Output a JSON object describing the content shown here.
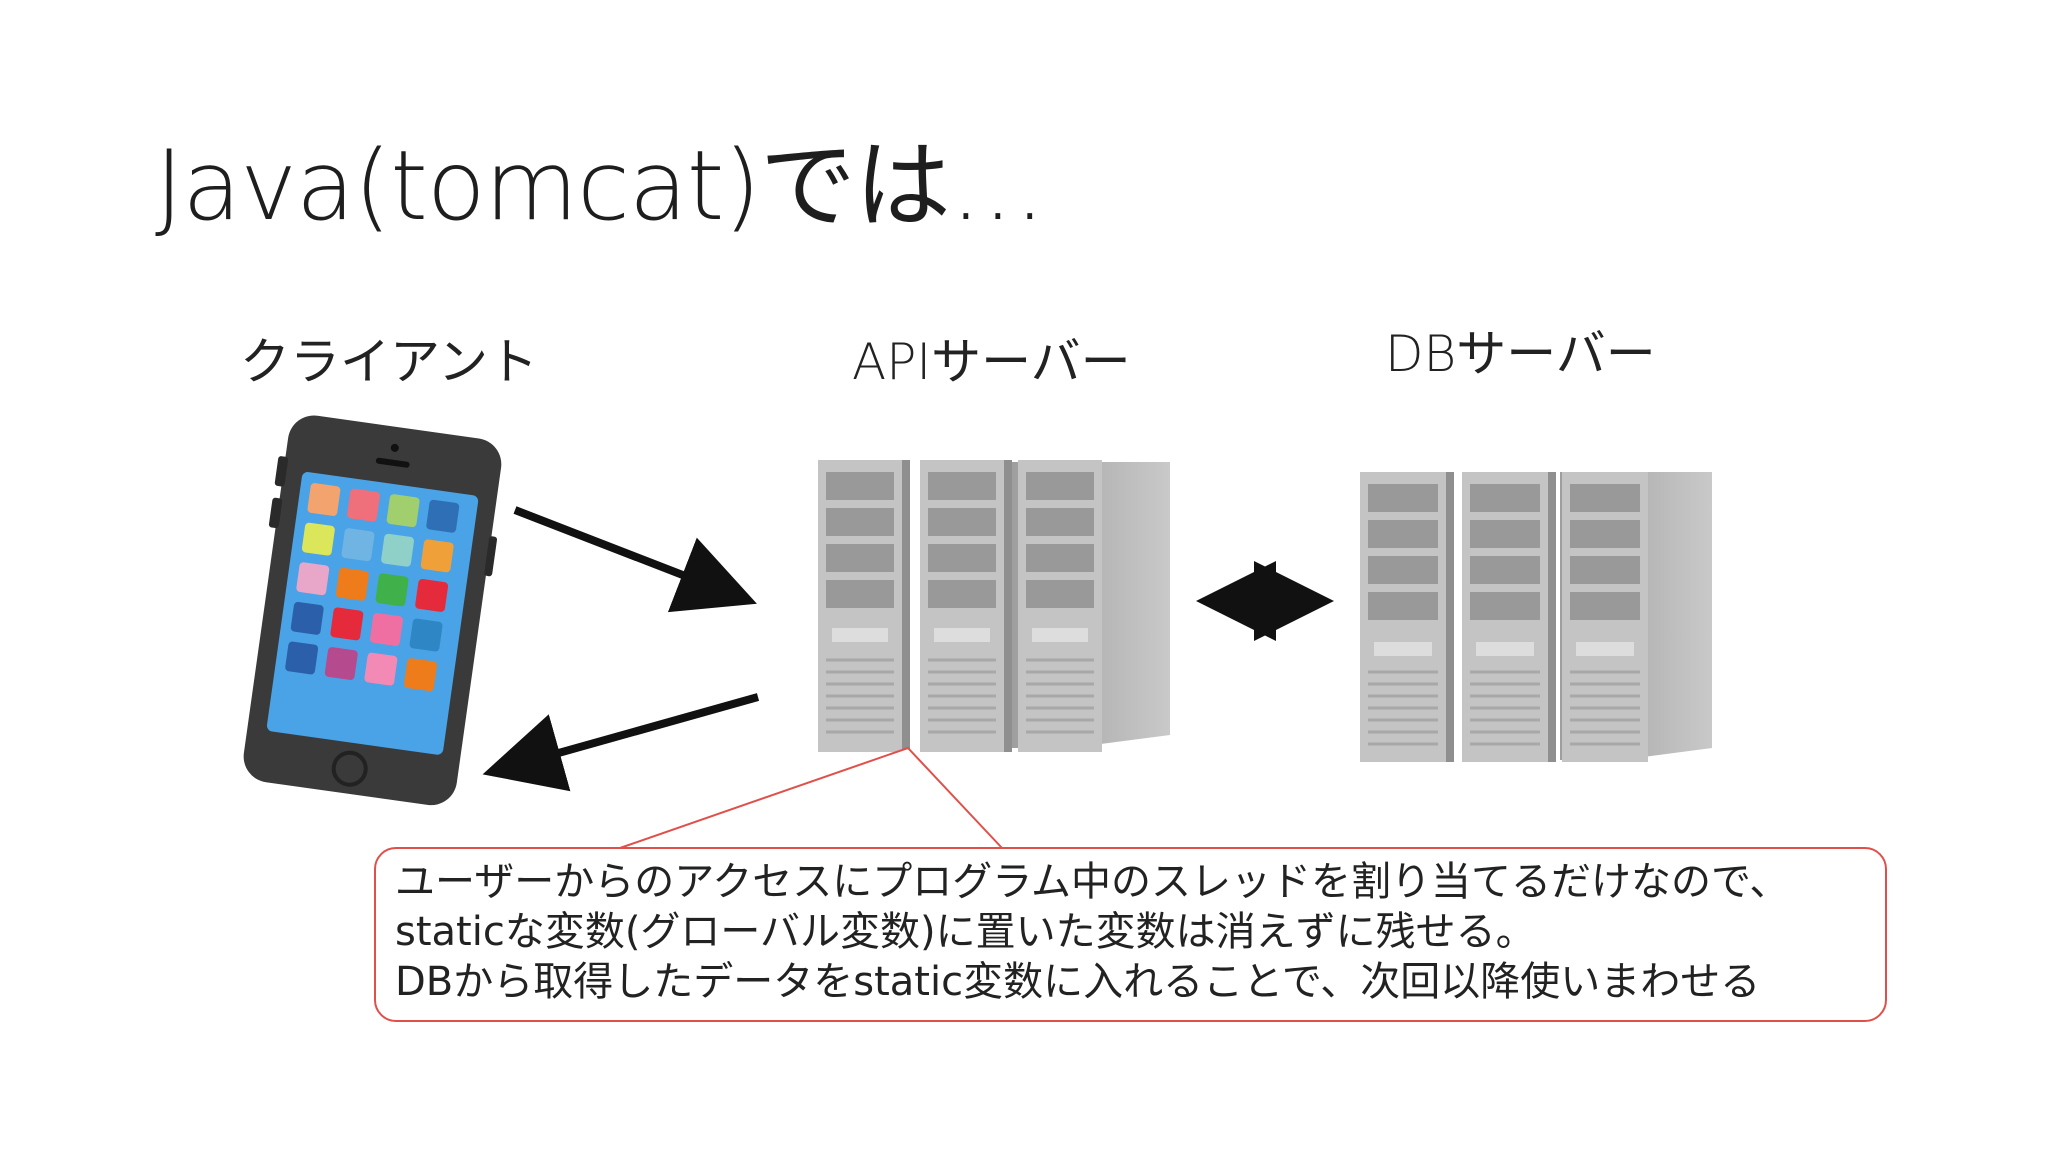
{
  "title": "Java(tomcat)では…",
  "nodes": {
    "client": "クライアント",
    "api": "APIサーバー",
    "db": "DBサーバー"
  },
  "callout": {
    "lines": [
      "ユーザーからのアクセスにプログラム中のスレッドを割り当てるだけなので、",
      "staticな変数(グローバル変数)に置いた変数は消えずに残せる。",
      "DBから取得したデータをstatic変数に入れることで、次回以降使いまわせる"
    ]
  },
  "colors": {
    "callout_border": "#e0504a",
    "arrow": "#111111",
    "server_body": "#b9b9b9",
    "phone_body": "#3a3a3a",
    "phone_screen": "#4aa3e6"
  },
  "icons": [
    "smartphone-icon",
    "server-rack-icon",
    "server-rack-icon"
  ]
}
